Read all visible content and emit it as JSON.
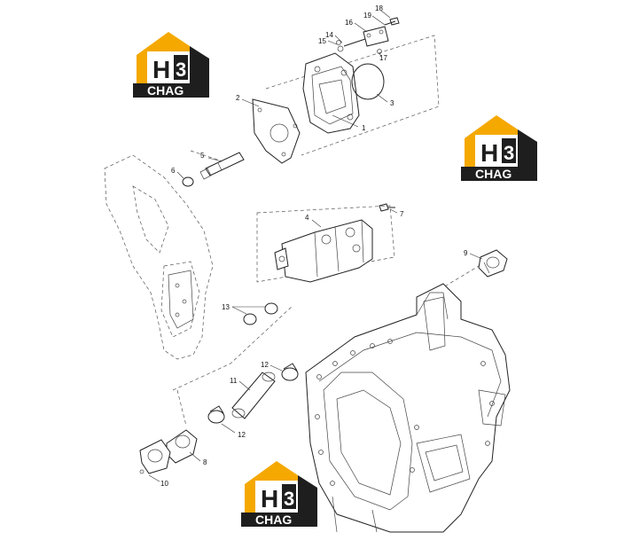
{
  "watermark": {
    "text": "CHAG",
    "accent": "#F5A800",
    "dark": "#1E1E1E"
  },
  "callouts": [
    {
      "id": "c1",
      "label": "1"
    },
    {
      "id": "c2",
      "label": "2"
    },
    {
      "id": "c3",
      "label": "3"
    },
    {
      "id": "c4",
      "label": "4"
    },
    {
      "id": "c5",
      "label": "5"
    },
    {
      "id": "c6",
      "label": "6"
    },
    {
      "id": "c7",
      "label": "7"
    },
    {
      "id": "c8",
      "label": "8"
    },
    {
      "id": "c9",
      "label": "9"
    },
    {
      "id": "c10",
      "label": "10"
    },
    {
      "id": "c11",
      "label": "11"
    },
    {
      "id": "c12a",
      "label": "12"
    },
    {
      "id": "c12b",
      "label": "12"
    },
    {
      "id": "c13",
      "label": "13"
    },
    {
      "id": "c14",
      "label": "14"
    },
    {
      "id": "c15",
      "label": "15"
    },
    {
      "id": "c16",
      "label": "16"
    },
    {
      "id": "c17",
      "label": "17"
    },
    {
      "id": "c18",
      "label": "18"
    },
    {
      "id": "c19",
      "label": "19"
    }
  ]
}
